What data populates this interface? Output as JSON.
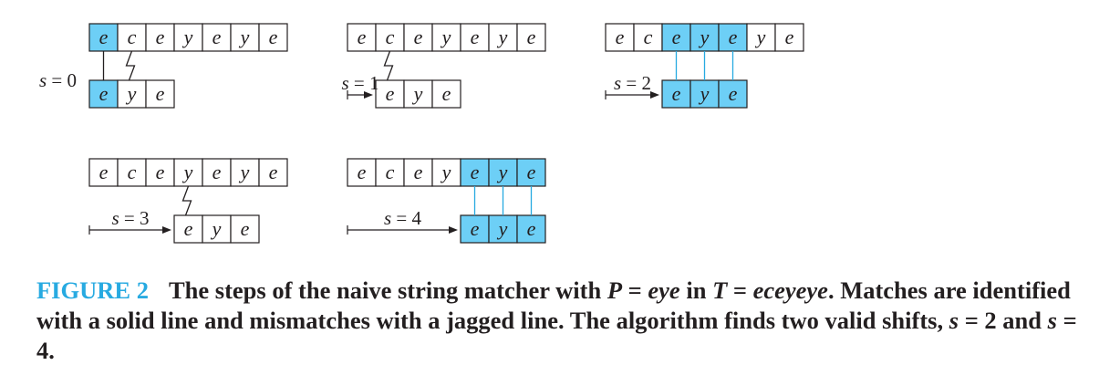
{
  "figure": {
    "text": [
      "e",
      "c",
      "e",
      "y",
      "e",
      "y",
      "e"
    ],
    "pattern": [
      "e",
      "y",
      "e"
    ],
    "colors": {
      "highlight": "#6dcff6",
      "match_line": "#27aae1",
      "border": "#231f20",
      "figure_label": "#27aae1"
    },
    "panels": [
      {
        "shift": 0,
        "label": "s = 0",
        "comparisons": [
          {
            "index": 0,
            "result": "match"
          },
          {
            "index": 1,
            "result": "mismatch"
          }
        ],
        "valid": false
      },
      {
        "shift": 1,
        "label": "s = 1",
        "comparisons": [
          {
            "index": 0,
            "result": "mismatch"
          }
        ],
        "valid": false
      },
      {
        "shift": 2,
        "label": "s = 2",
        "comparisons": [
          {
            "index": 0,
            "result": "match"
          },
          {
            "index": 1,
            "result": "match"
          },
          {
            "index": 2,
            "result": "match"
          }
        ],
        "valid": true
      },
      {
        "shift": 3,
        "label": "s = 3",
        "comparisons": [
          {
            "index": 0,
            "result": "mismatch"
          }
        ],
        "valid": false
      },
      {
        "shift": 4,
        "label": "s = 4",
        "comparisons": [
          {
            "index": 0,
            "result": "match"
          },
          {
            "index": 1,
            "result": "match"
          },
          {
            "index": 2,
            "result": "match"
          }
        ],
        "valid": true
      }
    ]
  },
  "caption": {
    "figure_label": "FIGURE 2",
    "part1": "The steps of the naive string matcher with ",
    "P": "P",
    "eq1": " = ",
    "pattern_word": "eye",
    "in": " in ",
    "T": "T",
    "eq2": " = ",
    "text_word": "eceyeye",
    "part2": ". Matches are identified with a solid line and mismatches with a jagged line. The algorithm finds two valid shifts, ",
    "s1": "s",
    "eq3": " = 2 and ",
    "s2": "s",
    "eq4": " = 4."
  }
}
